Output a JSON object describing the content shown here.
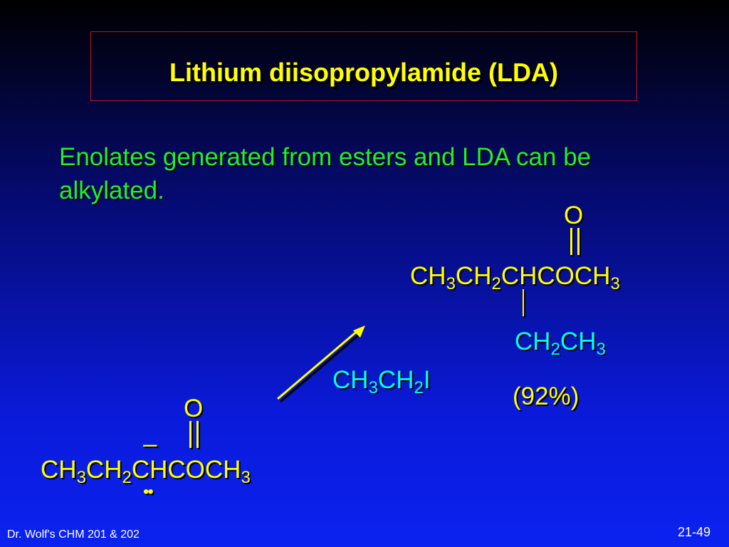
{
  "title": "Lithium diisopropylamide (LDA)",
  "body_text": "Enolates generated from esters and LDA can be alkylated.",
  "product": {
    "oxygen": "O",
    "main_chain": [
      "CH",
      "3",
      "CH",
      "2",
      "CHCOCH",
      "3"
    ],
    "substituent": [
      "CH",
      "2",
      "CH",
      "3"
    ],
    "yield": "(92%)"
  },
  "reagent": [
    "CH",
    "3",
    "CH",
    "2",
    "I"
  ],
  "reactant": {
    "oxygen": "O",
    "charge": "–",
    "main_chain": [
      "CH",
      "3",
      "CH",
      "2",
      "CHCOCH",
      "3"
    ],
    "lone_pair": "••"
  },
  "footer": {
    "left": "Dr. Wolf's CHM 201 & 202",
    "right": "21-49"
  },
  "colors": {
    "title": "#ffff00",
    "body_text": "#21f02a",
    "formula": "#ffff00",
    "reagent": "#00ffff",
    "title_border": "#c0141e",
    "arrow": "#ffff00"
  }
}
